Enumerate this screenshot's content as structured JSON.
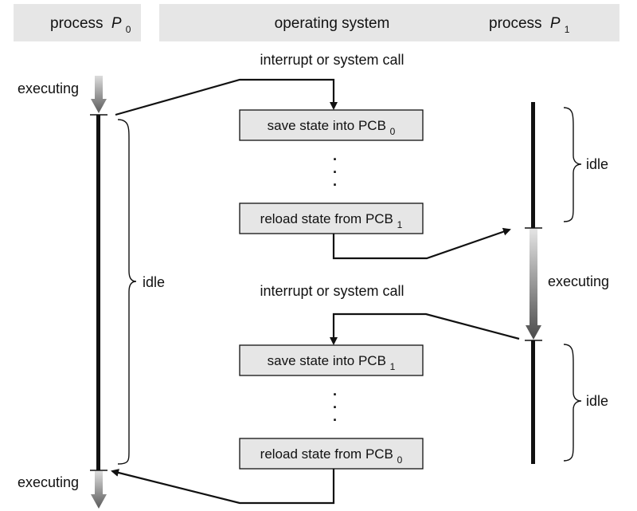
{
  "header": {
    "p0_label": "process",
    "p0_symbol": "P",
    "p0_subscript": "0",
    "os_label": "operating system",
    "p1_label": "process",
    "p1_symbol": "P",
    "p1_subscript": "1"
  },
  "labels": {
    "interrupt_top": "interrupt or system call",
    "interrupt_bottom": "interrupt or system call",
    "p0_executing_top": "executing",
    "p0_executing_bottom": "executing",
    "p0_idle": "idle",
    "p1_idle_top": "idle",
    "p1_executing": "executing",
    "p1_idle_bottom": "idle"
  },
  "os_boxes": [
    {
      "text": "save state into PCB",
      "sub": "0"
    },
    {
      "text": "reload state from PCB",
      "sub": "1"
    },
    {
      "text": "save state into PCB",
      "sub": "1"
    },
    {
      "text": "reload state from PCB",
      "sub": "0"
    }
  ],
  "ellipsis": [
    "·",
    "·",
    "·"
  ],
  "colors": {
    "header_bg": "#e6e6e6",
    "box_fill": "#e6e6e6",
    "line": "#111111"
  }
}
